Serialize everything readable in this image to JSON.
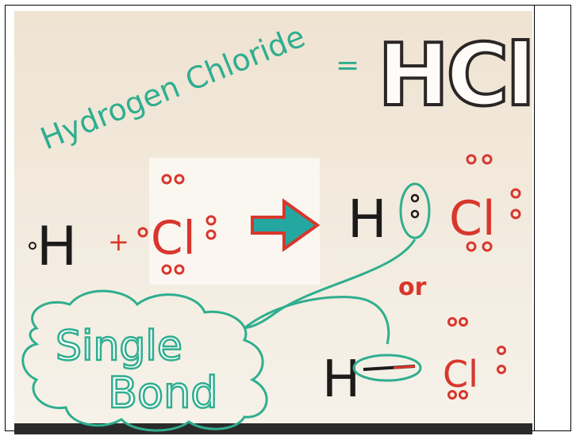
{
  "photo": {
    "board_texts": {
      "title_green": "Hydrogen Chloride",
      "equals": "=",
      "formula": "HCl",
      "reactant_h": "H",
      "plus": "+",
      "reactant_cl": "Cl",
      "product_h": "H",
      "product_cl": "Cl",
      "or": "or",
      "single": "Single",
      "bond": "Bond",
      "alt_h": "H",
      "alt_cl": "Cl"
    },
    "colors": {
      "board": "#f4ecdf",
      "green": "#2fae8f",
      "red": "#d9362c",
      "black": "#1d1a1a",
      "arrow_teal": "#24a7a0"
    }
  }
}
